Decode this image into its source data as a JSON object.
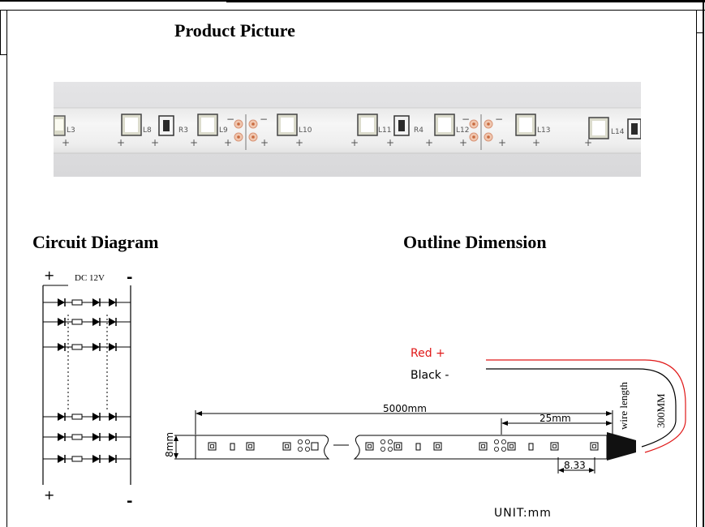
{
  "headings": {
    "product": "Product Picture",
    "circuit": "Circuit Diagram",
    "outline": "Outline Dimension"
  },
  "photo": {
    "resistor_marks": [
      "R3",
      "R4"
    ],
    "led_marks": [
      "L3",
      "L8",
      "L9",
      "L10",
      "L11",
      "L12",
      "L13",
      "L14"
    ]
  },
  "circuit": {
    "top_plus": "+",
    "top_minus": "-",
    "bottom_plus": "+",
    "bottom_minus": "-",
    "voltage": "DC 12V"
  },
  "outline": {
    "wire_red": "Red +",
    "wire_black": "Black -",
    "total_length": "5000mm",
    "segment_length": "25mm",
    "width": "8mm",
    "pitch": "8.33",
    "wire_length_label": "wire length",
    "wire_length_value": "300MM",
    "unit": "UNIT:mm"
  },
  "colors": {
    "red_wire": "#e01818",
    "strip_base": "#f1f1f1",
    "background": "#ffffff"
  }
}
